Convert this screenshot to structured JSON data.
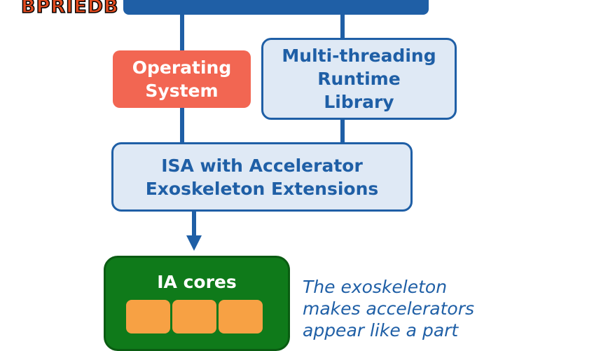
{
  "logo": {
    "text": "BPRIEDB"
  },
  "boxes": {
    "operating_system": "Operating\nSystem",
    "multithreading": "Multi-threading\nRuntime\nLibrary",
    "isa": "ISA with Accelerator\nExoskeleton Extensions",
    "ia_cores": "IA cores"
  },
  "note": "The exoskeleton\nmakes accelerators\nappear like a part",
  "colors": {
    "blue": "#1f5fa6",
    "light_blue": "#dfe9f5",
    "os_red": "#f26652",
    "ia_green": "#0f7a1a",
    "core_orange": "#f7a144"
  }
}
